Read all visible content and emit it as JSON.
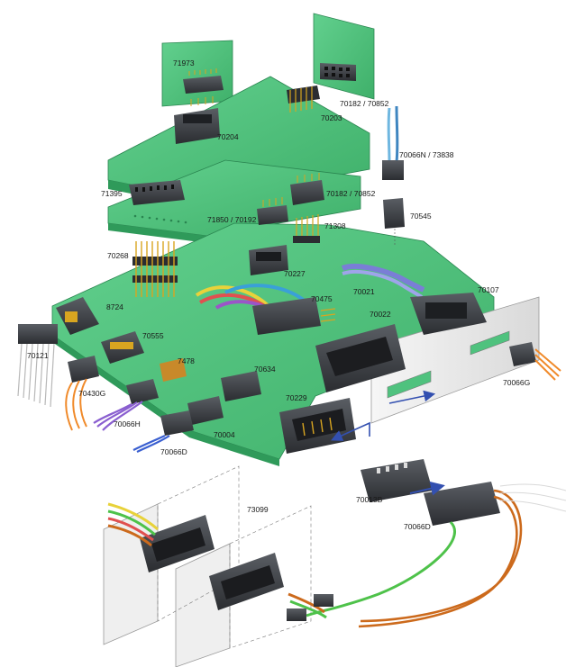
{
  "labels": {
    "l71973": "71973",
    "l70182a": "70182 / 70852",
    "l70203": "70203",
    "l70204": "70204",
    "l70066N": "70066N / 73838",
    "l71395": "71395",
    "l70182b": "70182 / 70852",
    "l71850": "71850 / 70192",
    "l71308": "71308",
    "l70545": "70545",
    "l70268": "70268",
    "l70227": "70227",
    "l70021": "70021",
    "l70107": "70107",
    "l8724": "8724",
    "l70475": "70475",
    "l70022": "70022",
    "l70555": "70555",
    "l70121": "70121",
    "l7478": "7478",
    "l70634": "70634",
    "l70430G": "70430G",
    "l70066G": "70066G",
    "l70229": "70229",
    "l70066H": "70066H",
    "l70004": "70004",
    "l70066D": "70066D",
    "l70013B": "70013B",
    "l70066D2": "70066D",
    "l73099": "73099"
  },
  "colors": {
    "pcb": "#4fc27e",
    "pcb_dark": "#2f9a5a",
    "pcb_edge": "#2a8550",
    "connector": "#3a3d42",
    "connector_light": "#5c6066",
    "pin": "#d8a520",
    "panel": "#eeeeee",
    "arrow": "#3350b0"
  }
}
